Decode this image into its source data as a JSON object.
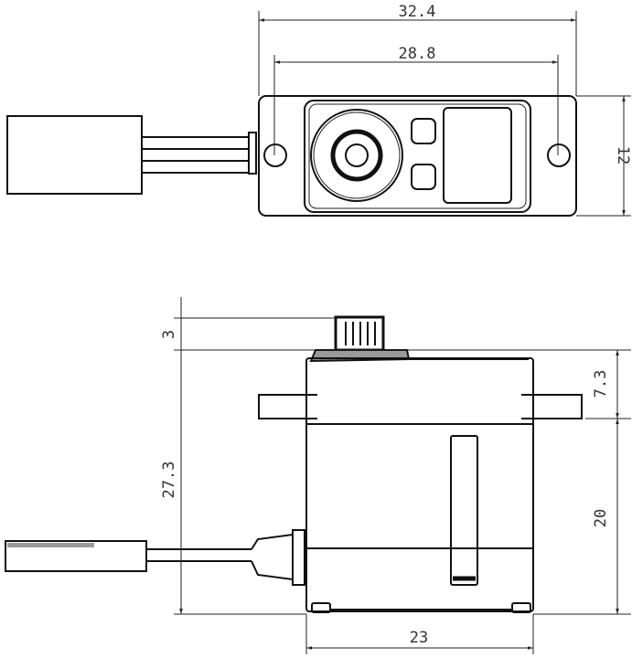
{
  "top_view": {
    "dimensions": {
      "overall_length": "32.4",
      "hole_spacing": "28.8",
      "width": "12"
    }
  },
  "side_view": {
    "dimensions": {
      "spline_height": "3",
      "total_height": "27.3",
      "flange_to_top": "7.3",
      "flange_to_bottom": "20",
      "body_width": "23"
    }
  },
  "colors": {
    "line": "#111111",
    "cap_fill": "#9a9a9a"
  }
}
